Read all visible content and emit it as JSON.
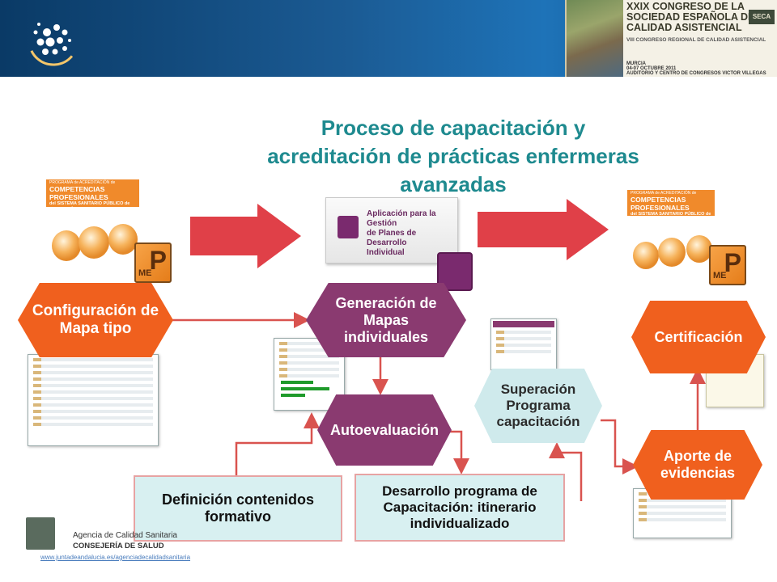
{
  "banner": {
    "line1": "XXIX CONGRESO DE LA",
    "line2": "SOCIEDAD ESPAÑOLA DE",
    "line3": "CALIDAD ASISTENCIAL",
    "line4": "VIII CONGRESO REGIONAL DE CALIDAD ASISTENCIAL",
    "city": "MURCIA",
    "dates": "04-07 OCTUBRE 2011",
    "venue": "AUDITORIO Y CENTRO DE CONGRESOS VICTOR VILLEGAS",
    "badge": "SECA"
  },
  "title": {
    "line1": "Proceso de capacitación y",
    "line2": "acreditación de prácticas enfermeras",
    "line3": "avanzadas"
  },
  "program": {
    "line1": "PROGRAMA de ACREDITACIÓN de",
    "line2": "COMPETENCIAS PROFESIONALES",
    "line3": "del SISTEMA SANITARIO PÚBLICO de ANDALUCÍA"
  },
  "mep": {
    "me": "ME",
    "p": "P"
  },
  "app": {
    "line1": "Aplicación para la Gestión",
    "line2": "de Planes de Desarrollo",
    "line3": "Individual"
  },
  "nodes": {
    "config": {
      "l1": "Configuración de",
      "l2": "Mapa tipo"
    },
    "generacion": {
      "l1": "Generación de",
      "l2": "Mapas",
      "l3": "individuales"
    },
    "autoevaluacion": "Autoevaluación",
    "superacion": {
      "l1": "Superación",
      "l2": "Programa",
      "l3": "capacitación"
    },
    "certificacion": "Certificación",
    "aporte": {
      "l1": "Aporte de",
      "l2": "evidencias"
    },
    "definicion": {
      "l1": "Definición contenidos",
      "l2": "formativo"
    },
    "desarrollo": {
      "l1": "Desarrollo programa de",
      "l2": "Capacitación: itinerario",
      "l3": "individualizado"
    }
  },
  "footer": {
    "agency": "Agencia de Calidad Sanitaria",
    "consejeria": "CONSEJERÍA DE SALUD",
    "url": "www.juntadeandalucia.es/agenciadecalidadsanitaria"
  },
  "colors": {
    "header": "#1b5b94",
    "title": "#1e8a8f",
    "orange": "#f0601e",
    "purple": "#8a3a70",
    "arrow": "#e04048",
    "connector": "#d9534f"
  }
}
